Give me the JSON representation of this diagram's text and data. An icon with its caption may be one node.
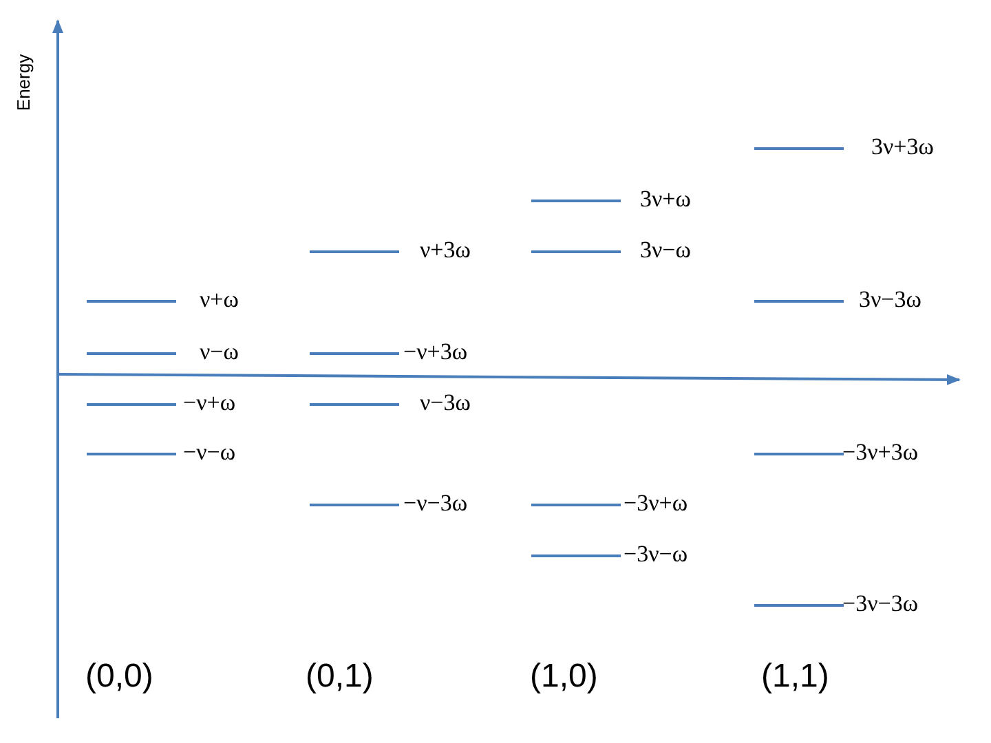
{
  "diagram": {
    "labels": [
      "Energy",
      "3ν+3ω",
      "3ν+ω",
      "ν+3ω",
      "3ν−ω",
      "ν+ω",
      "3ν−3ω",
      "ν−ω",
      "−ν+3ω",
      "−ν+ω",
      "ν−3ω",
      "−ν−ω",
      "−3ν+3ω",
      "−ν−3ω",
      "−3ν+ω",
      "−3ν−ω",
      "−3ν−3ω",
      "(0,0)",
      "(0,1)",
      "(1,0)",
      "(1,1)"
    ]
  }
}
